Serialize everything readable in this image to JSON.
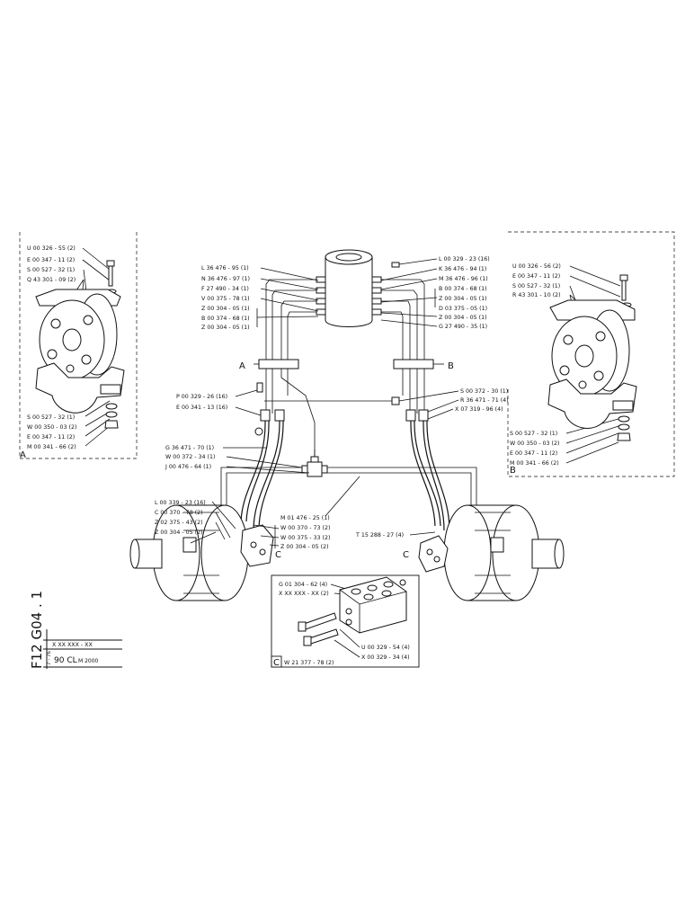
{
  "panel_a": {
    "letter": "A",
    "top_parts": [
      "U 00 326 - 55 (2)",
      "E 00 347 - 11 (2)",
      "S 00 527 - 32 (1)",
      "Q 43 301 - 09 (2)"
    ],
    "bottom_parts": [
      "S 00 527 - 32 (1)",
      "W 00 350 - 03 (2)",
      "E 00 347 - 11 (2)",
      "M 00 341 - 66 (2)"
    ]
  },
  "panel_b": {
    "letter": "B",
    "top_parts": [
      "U 00 326 - 56 (2)",
      "E 00 347 - 11 (2)",
      "S 00 527 - 32 (1)",
      "R 43 301 - 10 (2)"
    ],
    "bottom_parts": [
      "S 00 527 - 32 (1)",
      "W 00 350 - 03 (2)",
      "E 00 347 - 11 (2)",
      "M 00 341 - 66 (2)"
    ]
  },
  "callouts": {
    "top_left": [
      "L 36 476 - 95 (1)",
      "N 36 476 - 97 (1)",
      "F 27 490 - 34 (1)",
      "V 00 375 - 78 (1)",
      "Z 00 304 - 05 (1)",
      "B 00 374 - 68 (1)",
      "Z 00 304 - 05 (1)"
    ],
    "top_right": [
      "L 00 329 - 23 (16)",
      "K 36 476 - 94 (1)",
      "M 36 476 - 96 (1)",
      "B 00 374 - 68 (1)",
      "Z 00 304 - 05 (1)",
      "D 03 375 - 05 (1)",
      "Z 00 304 - 05 (1)",
      "G 27 490 - 35 (1)"
    ],
    "mid_left": [
      "P 00 329 - 26 (16)",
      "E 00 341 - 13 (16)"
    ],
    "mid_right": [
      "S 00 372 - 30 (1)",
      "R 36 471 - 71 (4)",
      "X 07 319 - 96 (4)"
    ],
    "tee_left": [
      "G 36 471 - 70 (1)",
      "W 00 372 - 34 (1)",
      "J 00 476 - 64 (1)"
    ],
    "lower_left": [
      "L 00 339 - 23 (16)",
      "C 00 370 - 78 (2)",
      "Z 02 375 - 43 (2)",
      "Z 00 304 - 05 (2)"
    ],
    "lower_center": [
      "M 01 476 - 25 (1)",
      "W 00 370 - 73 (2)",
      "W 00 375 - 33 (2)",
      "Z 00 304 - 05 (2)"
    ],
    "lower_right": [
      "T 15 288 - 27 (4)"
    ]
  },
  "markers": {
    "a": "A",
    "b": "B",
    "c": "C"
  },
  "panel_c": {
    "letter": "C",
    "top_parts": [
      "G 01 304 - 62 (4)",
      "X XX XXX - XX (2)"
    ],
    "bottom_parts": [
      "U 00 329 - 54 (4)",
      "X 00 329 - 34 (4)"
    ],
    "code": "W 21 377 - 78 (2)"
  },
  "title_block": {
    "sheet_code": "F12 G04 . 1",
    "ref": "X XX XXX - XX",
    "date": "7 - 76",
    "model": "90 CL",
    "model_suffix": "M 2000"
  }
}
